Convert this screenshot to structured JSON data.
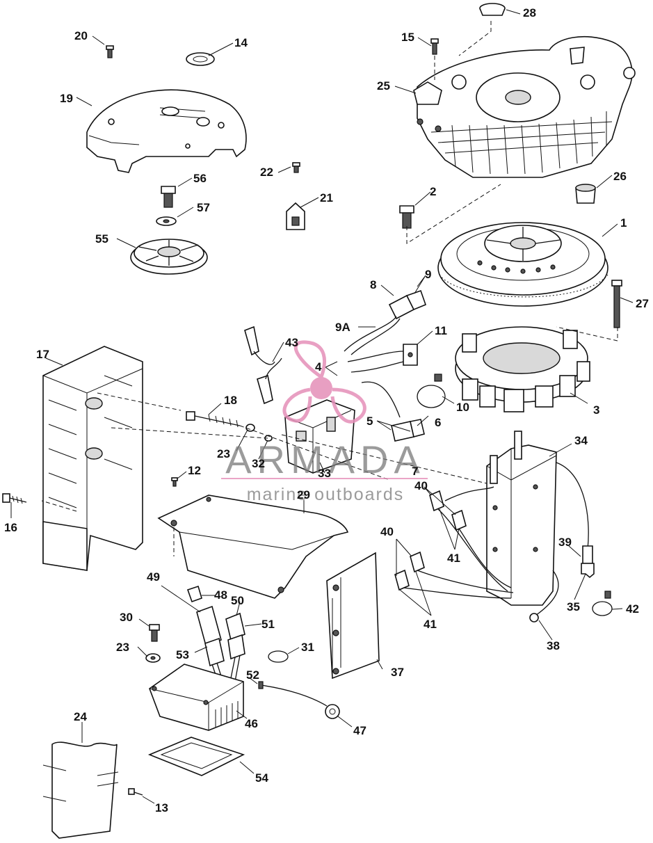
{
  "diagram": {
    "labels": [
      "1",
      "2",
      "3",
      "4",
      "5",
      "6",
      "7",
      "8",
      "9",
      "9A",
      "10",
      "11",
      "12",
      "13",
      "14",
      "15",
      "16",
      "17",
      "18",
      "19",
      "20",
      "21",
      "22",
      "23",
      "23",
      "24",
      "25",
      "26",
      "27",
      "28",
      "29",
      "30",
      "31",
      "32",
      "33",
      "34",
      "35",
      "37",
      "38",
      "39",
      "40",
      "40",
      "41",
      "41",
      "42",
      "43",
      "46",
      "47",
      "48",
      "49",
      "50",
      "51",
      "52",
      "53",
      "54",
      "55",
      "56",
      "57"
    ]
  },
  "watermark": {
    "brand": "ARMADA",
    "tagline": "marine outboards",
    "logo_color": "#e58fb8",
    "text_color": "#7a7a7a"
  }
}
